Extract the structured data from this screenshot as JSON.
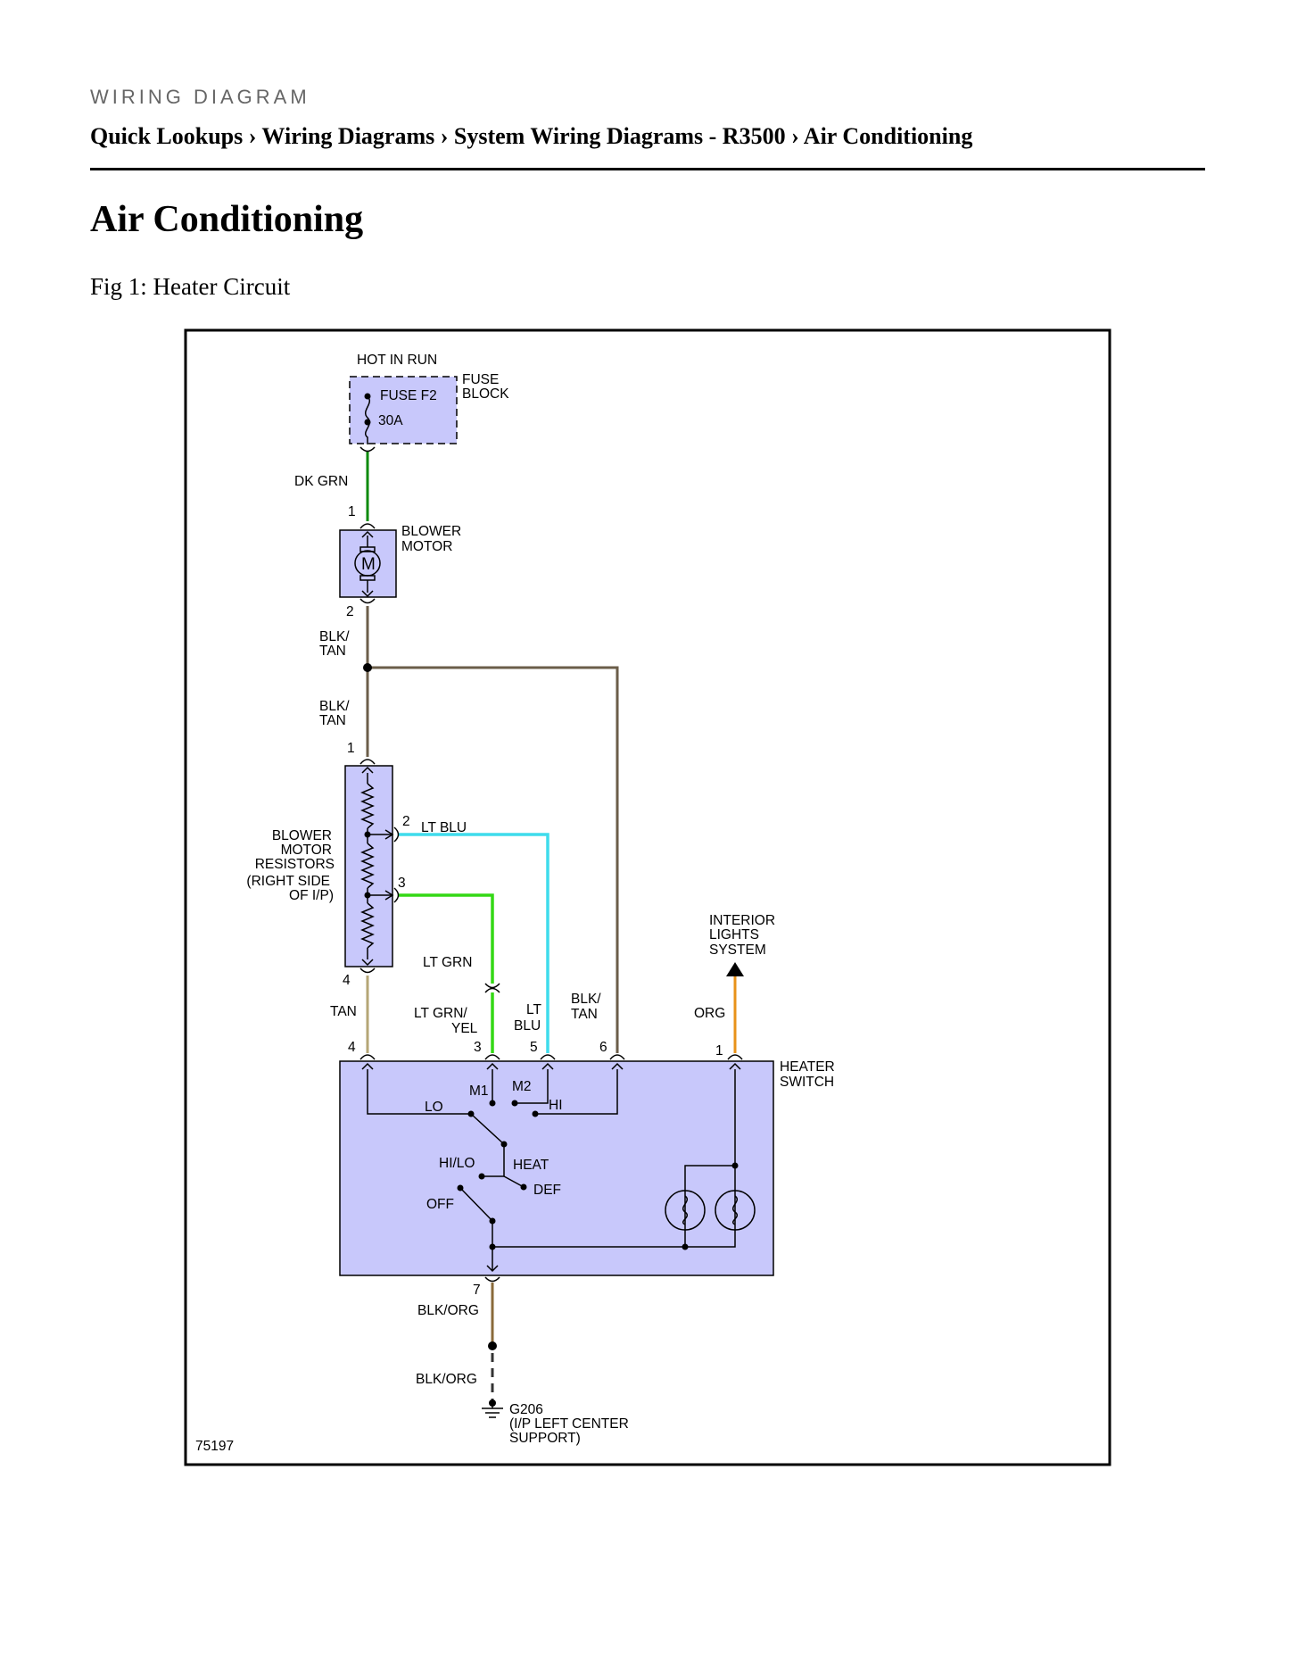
{
  "header": {
    "eyebrow": "WIRING DIAGRAM",
    "breadcrumb": "Quick Lookups › Wiring Diagrams › System Wiring Diagrams - R3500 › Air Conditioning"
  },
  "page": {
    "title": "Air Conditioning",
    "figure_caption": "Fig 1: Heater Circuit"
  },
  "diagram": {
    "id_label": "75197",
    "colors": {
      "fill": "#c8c8fb",
      "dk_grn": "#0b8a0b",
      "blk_tan": "#6b5e4a",
      "lt_blu": "#3fdcec",
      "lt_grn": "#34d815",
      "tan": "#b5a676",
      "org": "#e8921a",
      "blk_org": "#8a6a3a"
    },
    "labels": {
      "hot_in_run": "HOT IN RUN",
      "fuse_block_1": "FUSE",
      "fuse_block_2": "BLOCK",
      "fuse_name": "FUSE F2",
      "fuse_rating": "30A",
      "dk_grn": "DK GRN",
      "blower_motor_1": "BLOWER",
      "blower_motor_2": "MOTOR",
      "motor_symbol": "M",
      "pin_bm1": "1",
      "pin_bm2": "2",
      "blk_tan_a1": "BLK/",
      "blk_tan_a2": "TAN",
      "blk_tan_b1": "BLK/",
      "blk_tan_b2": "TAN",
      "pin_r1": "1",
      "pin_r2": "2",
      "pin_r3": "3",
      "pin_r4": "4",
      "resistors_1": "BLOWER",
      "resistors_2": "MOTOR",
      "resistors_3": "RESISTORS",
      "resistors_4": "(RIGHT SIDE",
      "resistors_5": "OF I/P)",
      "lt_blu": "LT BLU",
      "lt_grn": "LT GRN",
      "tan": "TAN",
      "lt_grn_yel_1": "LT GRN/",
      "lt_grn_yel_2": "YEL",
      "lt_blu2_1": "LT",
      "lt_blu2_2": "BLU",
      "blk_tan_c1": "BLK/",
      "blk_tan_c2": "TAN",
      "org": "ORG",
      "interior_1": "INTERIOR",
      "interior_2": "LIGHTS",
      "interior_3": "SYSTEM",
      "pin_hs4": "4",
      "pin_hs3": "3",
      "pin_hs5": "5",
      "pin_hs6": "6",
      "pin_hs1": "1",
      "pin_hs7": "7",
      "heater_switch_1": "HEATER",
      "heater_switch_2": "SWITCH",
      "m1": "M1",
      "m2": "M2",
      "lo": "LO",
      "hi": "HI",
      "hilo": "HI/LO",
      "heat": "HEAT",
      "def": "DEF",
      "off": "OFF",
      "blk_org_1": "BLK/ORG",
      "blk_org_2": "BLK/ORG",
      "ground": "G206",
      "ground_loc_1": "(I/P LEFT CENTER",
      "ground_loc_2": "SUPPORT)"
    }
  }
}
